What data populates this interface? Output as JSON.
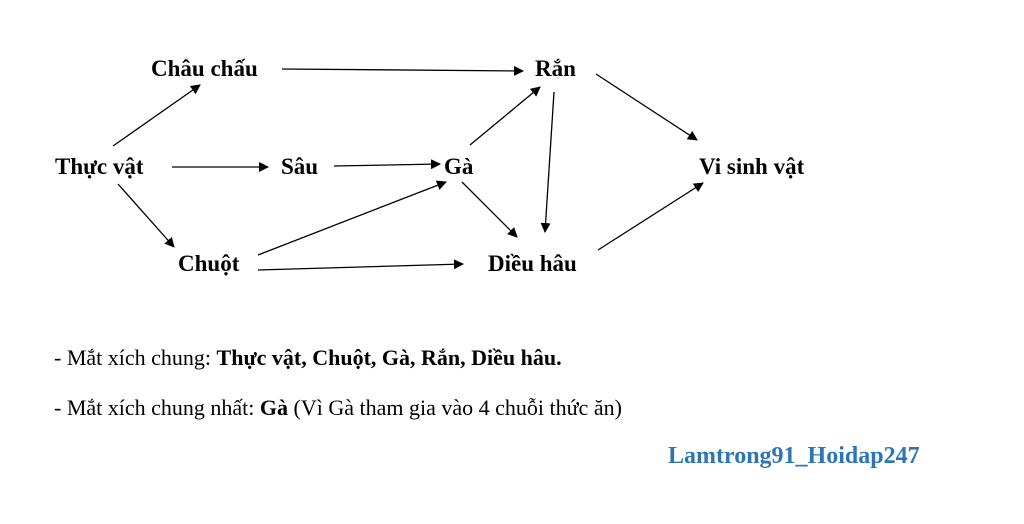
{
  "diagram": {
    "nodes": {
      "thuc_vat": "Thực vật",
      "chau_chau": "Châu chấu",
      "sau": "Sâu",
      "chuot": "Chuột",
      "ga": "Gà",
      "ran": "Rắn",
      "dieu_hau": "Diều hâu",
      "vi_sinh_vat": "Vi sinh vật"
    },
    "edges": [
      {
        "from": "thuc_vat",
        "to": "chau_chau"
      },
      {
        "from": "thuc_vat",
        "to": "sau"
      },
      {
        "from": "thuc_vat",
        "to": "chuot"
      },
      {
        "from": "chau_chau",
        "to": "ran"
      },
      {
        "from": "sau",
        "to": "ga"
      },
      {
        "from": "chuot",
        "to": "ga"
      },
      {
        "from": "chuot",
        "to": "dieu_hau"
      },
      {
        "from": "ga",
        "to": "ran"
      },
      {
        "from": "ga",
        "to": "dieu_hau"
      },
      {
        "from": "ran",
        "to": "dieu_hau"
      },
      {
        "from": "ran",
        "to": "vi_sinh_vat"
      },
      {
        "from": "dieu_hau",
        "to": "vi_sinh_vat"
      }
    ]
  },
  "notes": {
    "line1_prefix": "- Mắt xích chung: ",
    "line1_bold": "Thực vật, Chuột, Gà, Rắn, Diều hâu.",
    "line2_prefix": "- Mắt xích chung nhất: ",
    "line2_bold": "Gà",
    "line2_suffix": " (Vì Gà tham gia vào 4 chuỗi thức ăn)"
  },
  "watermark": "Lamtrong91_Hoidap247",
  "colors": {
    "watermark": "#2e75b6",
    "text": "#000000",
    "background": "#ffffff"
  }
}
